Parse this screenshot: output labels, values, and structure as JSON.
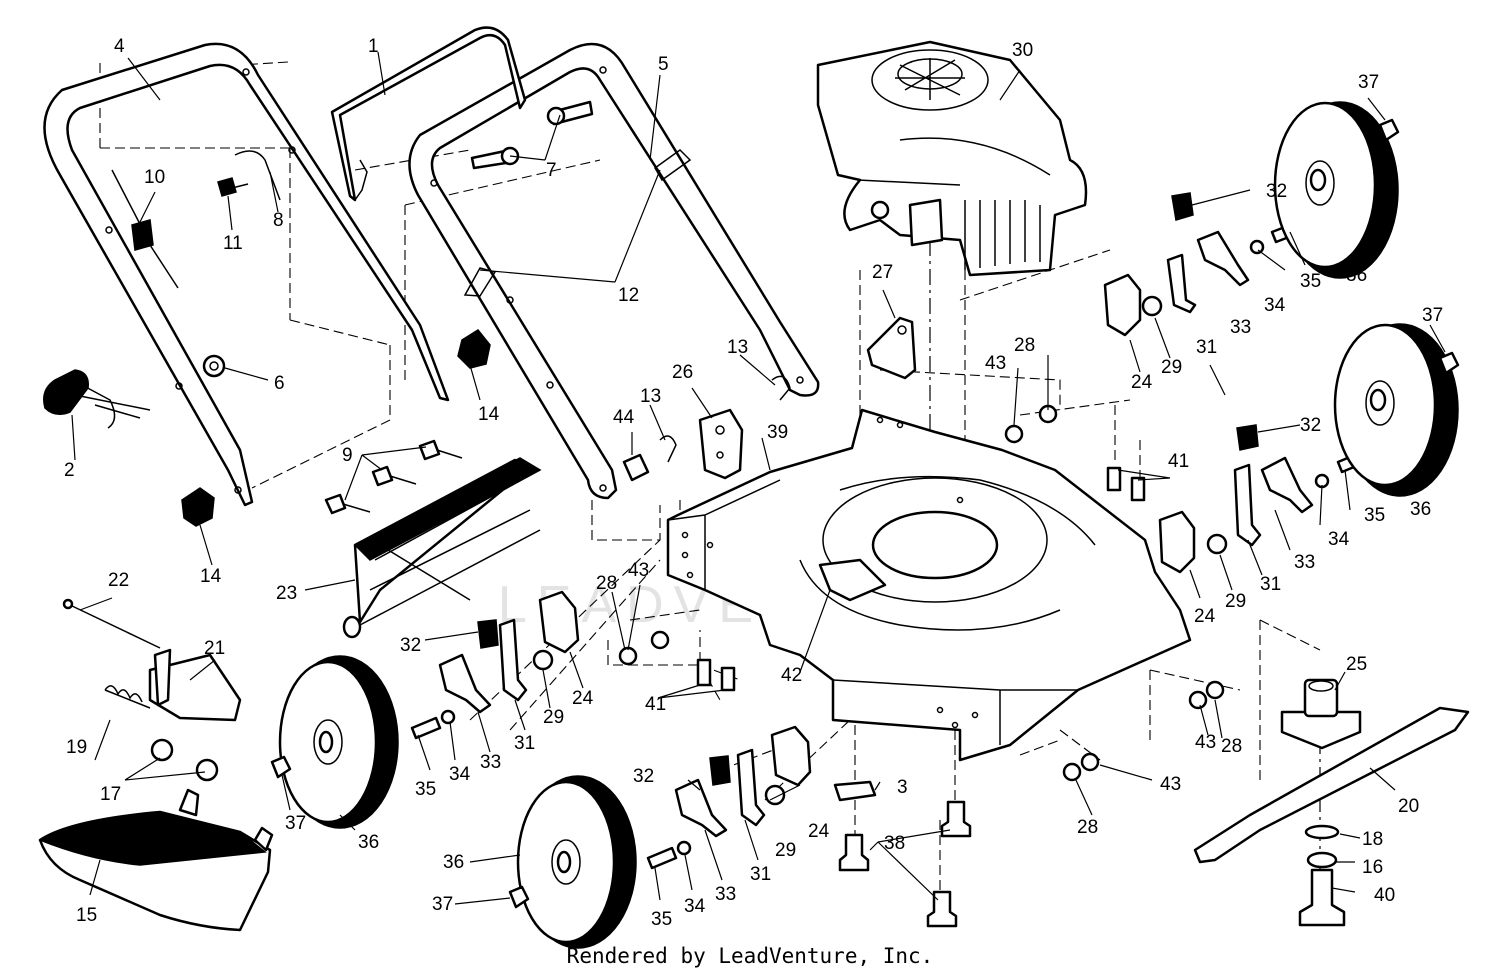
{
  "credit": "Rendered by LeadVenture, Inc.",
  "watermark": "LEADVENTURE",
  "callouts": [
    {
      "id": "c1",
      "text": "1"
    },
    {
      "id": "c2",
      "text": "2"
    },
    {
      "id": "c3",
      "text": "3"
    },
    {
      "id": "c4",
      "text": "4"
    },
    {
      "id": "c5",
      "text": "5"
    },
    {
      "id": "c6",
      "text": "6"
    },
    {
      "id": "c7",
      "text": "7"
    },
    {
      "id": "c8",
      "text": "8"
    },
    {
      "id": "c9",
      "text": "9"
    },
    {
      "id": "c10",
      "text": "10"
    },
    {
      "id": "c11",
      "text": "11"
    },
    {
      "id": "c12",
      "text": "12"
    },
    {
      "id": "c13a",
      "text": "13"
    },
    {
      "id": "c13b",
      "text": "13"
    },
    {
      "id": "c14a",
      "text": "14"
    },
    {
      "id": "c14b",
      "text": "14"
    },
    {
      "id": "c15",
      "text": "15"
    },
    {
      "id": "c16",
      "text": "16"
    },
    {
      "id": "c17",
      "text": "17"
    },
    {
      "id": "c18",
      "text": "18"
    },
    {
      "id": "c19",
      "text": "19"
    },
    {
      "id": "c20",
      "text": "20"
    },
    {
      "id": "c21",
      "text": "21"
    },
    {
      "id": "c22",
      "text": "22"
    },
    {
      "id": "c23",
      "text": "23"
    },
    {
      "id": "c24a",
      "text": "24"
    },
    {
      "id": "c24b",
      "text": "24"
    },
    {
      "id": "c24c",
      "text": "24"
    },
    {
      "id": "c24d",
      "text": "24"
    },
    {
      "id": "c25",
      "text": "25"
    },
    {
      "id": "c26",
      "text": "26"
    },
    {
      "id": "c27",
      "text": "27"
    },
    {
      "id": "c28a",
      "text": "28"
    },
    {
      "id": "c28b",
      "text": "28"
    },
    {
      "id": "c28c",
      "text": "28"
    },
    {
      "id": "c28d",
      "text": "28"
    },
    {
      "id": "c29a",
      "text": "29"
    },
    {
      "id": "c29b",
      "text": "29"
    },
    {
      "id": "c29c",
      "text": "29"
    },
    {
      "id": "c29d",
      "text": "29"
    },
    {
      "id": "c30",
      "text": "30"
    },
    {
      "id": "c31a",
      "text": "31"
    },
    {
      "id": "c31b",
      "text": "31"
    },
    {
      "id": "c31c",
      "text": "31"
    },
    {
      "id": "c31d",
      "text": "31"
    },
    {
      "id": "c32a",
      "text": "32"
    },
    {
      "id": "c32b",
      "text": "32"
    },
    {
      "id": "c32c",
      "text": "32"
    },
    {
      "id": "c32d",
      "text": "32"
    },
    {
      "id": "c33a",
      "text": "33"
    },
    {
      "id": "c33b",
      "text": "33"
    },
    {
      "id": "c33c",
      "text": "33"
    },
    {
      "id": "c33d",
      "text": "33"
    },
    {
      "id": "c34a",
      "text": "34"
    },
    {
      "id": "c34b",
      "text": "34"
    },
    {
      "id": "c34c",
      "text": "34"
    },
    {
      "id": "c34d",
      "text": "34"
    },
    {
      "id": "c35a",
      "text": "35"
    },
    {
      "id": "c35b",
      "text": "35"
    },
    {
      "id": "c35c",
      "text": "35"
    },
    {
      "id": "c35d",
      "text": "35"
    },
    {
      "id": "c36a",
      "text": "36"
    },
    {
      "id": "c36b",
      "text": "36"
    },
    {
      "id": "c36c",
      "text": "36"
    },
    {
      "id": "c36d",
      "text": "36"
    },
    {
      "id": "c37a",
      "text": "37"
    },
    {
      "id": "c37b",
      "text": "37"
    },
    {
      "id": "c37c",
      "text": "37"
    },
    {
      "id": "c37d",
      "text": "37"
    },
    {
      "id": "c38",
      "text": "38"
    },
    {
      "id": "c39",
      "text": "39"
    },
    {
      "id": "c40",
      "text": "40"
    },
    {
      "id": "c41a",
      "text": "41"
    },
    {
      "id": "c41b",
      "text": "41"
    },
    {
      "id": "c42",
      "text": "42"
    },
    {
      "id": "c43a",
      "text": "43"
    },
    {
      "id": "c43b",
      "text": "43"
    },
    {
      "id": "c43c",
      "text": "43"
    },
    {
      "id": "c43d",
      "text": "43"
    },
    {
      "id": "c44",
      "text": "44"
    }
  ]
}
